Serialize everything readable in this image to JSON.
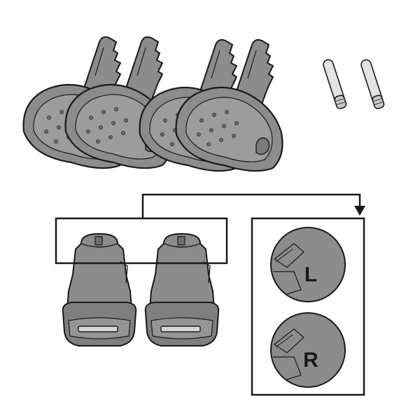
{
  "colors": {
    "part_fill": "#8c8c8c",
    "part_dark": "#6f6f6f",
    "part_light": "#a8a8a8",
    "outline": "#1a1a1a",
    "pin_fill": "#e3e3e3",
    "background": "#ffffff"
  },
  "keys": {
    "count": 4
  },
  "pins": {
    "count": 2
  },
  "lock_cylinders": {
    "count": 2
  },
  "caps": [
    {
      "label": "L"
    },
    {
      "label": "R"
    }
  ]
}
